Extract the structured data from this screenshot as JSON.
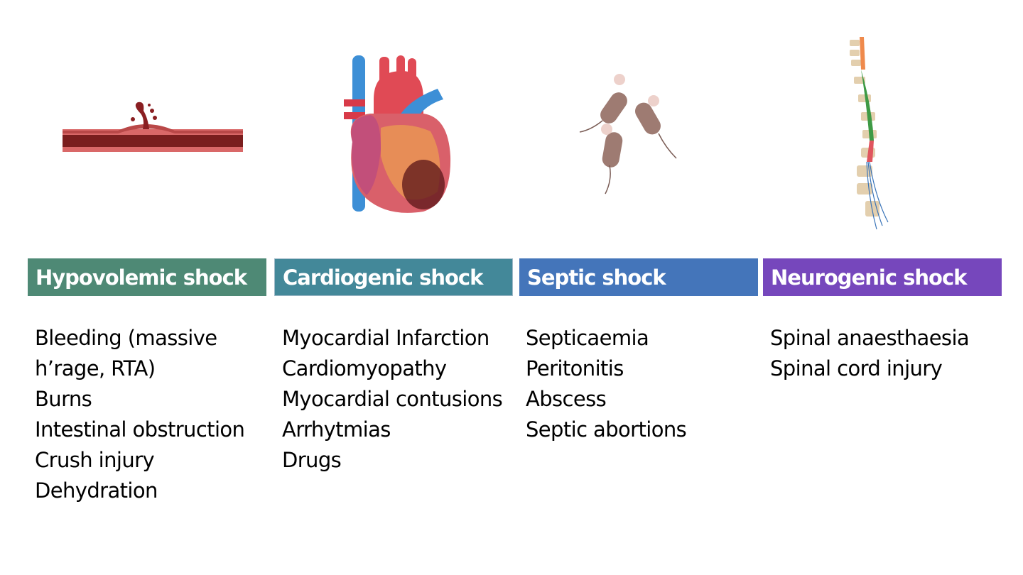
{
  "categories": [
    {
      "id": "hypovolemic",
      "title": "Hypovolemic shock",
      "color": "#4E8975",
      "illustration": "bleeding-vessel-icon",
      "causes": [
        "Bleeding (massive h’rage, RTA)",
        "Burns",
        "Intestinal obstruction",
        "Crush injury",
        "Dehydration"
      ]
    },
    {
      "id": "cardiogenic",
      "title": "Cardiogenic shock",
      "color": "#438899",
      "illustration": "heart-infarction-icon",
      "causes": [
        "Myocardial Infarction",
        "Cardiomyopathy",
        "Myocardial contusions",
        "Arrhytmias",
        "Drugs"
      ]
    },
    {
      "id": "septic",
      "title": "Septic shock",
      "color": "#4475BA",
      "illustration": "bacteria-icon",
      "causes": [
        "Septicaemia",
        "Peritonitis",
        "Abscess",
        "Septic abortions"
      ]
    },
    {
      "id": "neurogenic",
      "title": "Neurogenic shock",
      "color": "#7647BC",
      "illustration": "spinal-cord-icon",
      "causes": [
        "Spinal anaesthaesia",
        "Spinal cord injury"
      ]
    }
  ]
}
